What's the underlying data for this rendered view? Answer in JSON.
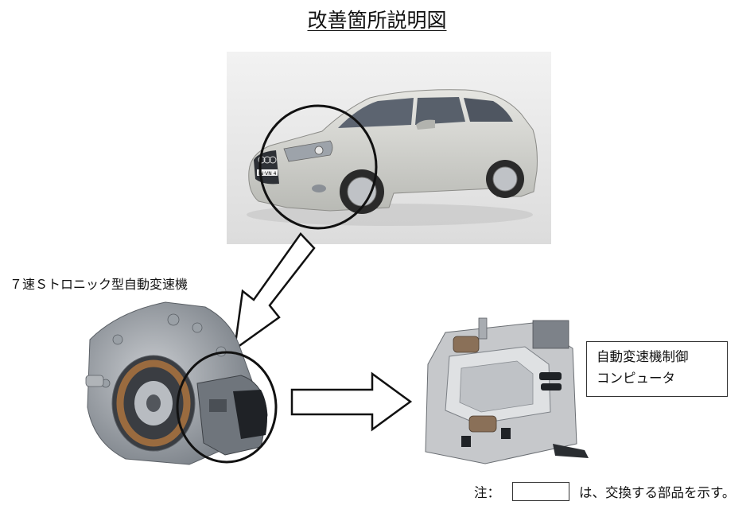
{
  "page": {
    "title": "改善箇所説明図"
  },
  "labels": {
    "transmission": "７速Ｓトロニック型自動変速機",
    "computer_line1": "自動変速機制御",
    "computer_line2": "コンピュータ"
  },
  "note": {
    "prefix": "注：",
    "text": "は、交換する部品を示す。"
  },
  "images": {
    "car_plate": "IN·VN 4"
  },
  "colors": {
    "outline": "#111111",
    "car_body": "#cfd0cc",
    "photo_bg": "#ececec",
    "metal": "#9aa0a6"
  }
}
